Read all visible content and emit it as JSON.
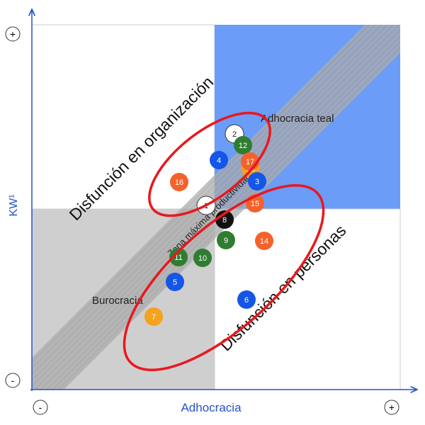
{
  "axes": {
    "x_label": "Adhocracia",
    "y_label": "KW¹",
    "x_min_sign": "-",
    "x_max_sign": "+",
    "y_min_sign": "-",
    "y_max_sign": "+"
  },
  "quadrants": {
    "top_right": "Adhocracia teal",
    "bottom_left": "Burocracia",
    "diagonal_band": "Zona máxima productividad²"
  },
  "ellipses": {
    "upper": "Disfunción en organización",
    "lower": "Disfunción en personas"
  },
  "colors": {
    "blue_quadrant": "#6b9cf8",
    "gray_quadrant": "#cfcfcf",
    "ellipse": "#e8181e",
    "axis": "#2454c8",
    "orange": "#f4622c",
    "green": "#2f7d32",
    "blue": "#1456e8",
    "yellow": "#f5a21d",
    "black": "#111111",
    "white": "#ffffff"
  },
  "points": [
    {
      "n": "1",
      "color": "white"
    },
    {
      "n": "2",
      "color": "white"
    },
    {
      "n": "3",
      "color": "blue"
    },
    {
      "n": "4",
      "color": "blue"
    },
    {
      "n": "5",
      "color": "blue"
    },
    {
      "n": "6",
      "color": "blue"
    },
    {
      "n": "7",
      "color": "yellow"
    },
    {
      "n": "8",
      "color": "black"
    },
    {
      "n": "9",
      "color": "green"
    },
    {
      "n": "10",
      "color": "green"
    },
    {
      "n": "11",
      "color": "green"
    },
    {
      "n": "12",
      "color": "green"
    },
    {
      "n": "13",
      "color": "yellow"
    },
    {
      "n": "14",
      "color": "orange"
    },
    {
      "n": "15",
      "color": "orange"
    },
    {
      "n": "16",
      "color": "orange"
    },
    {
      "n": "17",
      "color": "orange"
    }
  ]
}
